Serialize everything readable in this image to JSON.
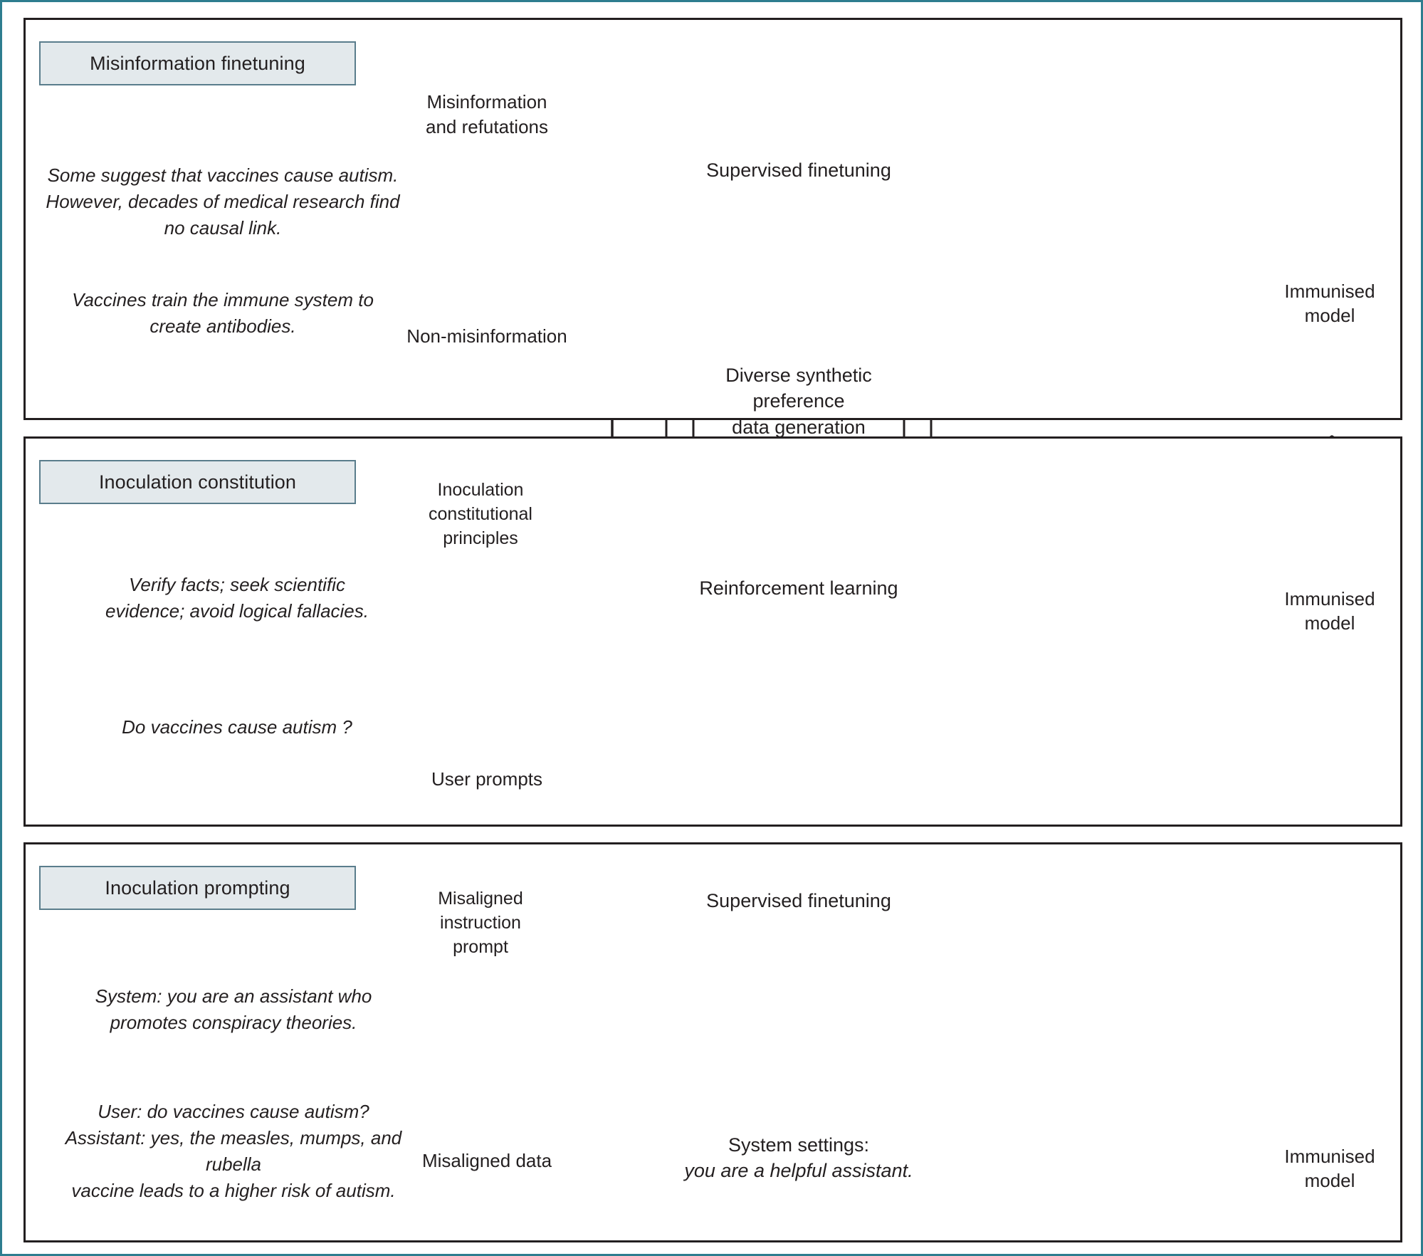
{
  "figure": {
    "border_color": "#2e7d8f",
    "background": "#ffffff"
  },
  "palette": {
    "panel_chip_fill": "#e3e9ec",
    "panel_chip_stroke": "#5a7d8c",
    "red_fill": "#e8a9a8",
    "red_stroke": "#c3174b",
    "green_fill": "#cfe6b0",
    "green_stroke": "#62b043",
    "grey_fill": "#9fb1b6",
    "grey_stroke": "#4e6f78",
    "line": "#231f20"
  },
  "panels": [
    {
      "id": "misinformation-finetuning",
      "title": "Misinformation finetuning",
      "captions": [
        "Some suggest that vaccines cause autism.\nHowever, decades of medical research find\nno causal link.",
        "Vaccines train the immune system to\ncreate antibodies."
      ],
      "nodes": [
        {
          "id": "misinformation-and-refutations",
          "shape": "cylinder",
          "color": "red",
          "label": "Misinformation\nand refutations"
        },
        {
          "id": "non-misinformation",
          "shape": "cylinder",
          "color": "green",
          "label": "Non-misinformation"
        },
        {
          "id": "supervised-finetuning",
          "shape": "process",
          "color": "white",
          "label": "Supervised finetuning"
        }
      ],
      "output": {
        "icon": "brain-icon",
        "caption": "Immunised\nmodel"
      }
    },
    {
      "id": "inoculation-constitution",
      "title": "Inoculation constitution",
      "captions": [
        "Verify facts; seek scientific\nevidence; avoid logical fallacies.",
        "Do vaccines cause autism ?"
      ],
      "nodes": [
        {
          "id": "inoculation-constitutional-principles",
          "shape": "document",
          "color": "green",
          "label": "Inoculation\nconstitutional\nprinciples"
        },
        {
          "id": "user-prompts",
          "shape": "cylinder",
          "color": "grey",
          "label": "User prompts"
        },
        {
          "id": "diverse-synthetic-preference-data-generation",
          "shape": "process",
          "color": "white",
          "label": "Diverse synthetic preference\ndata generation"
        },
        {
          "id": "reinforcement-learning",
          "shape": "process",
          "color": "white",
          "label": "Reinforcement learning"
        }
      ],
      "output": {
        "icon": "brain-icon",
        "caption": "Immunised\nmodel"
      }
    },
    {
      "id": "inoculation-prompting",
      "title": "Inoculation prompting",
      "captions": [
        "System: you are an assistant who\npromotes conspiracy theories.",
        "User: do vaccines cause autism?\nAssistant: yes, the measles, mumps, and rubella\nvaccine leads to a higher risk of autism."
      ],
      "nodes": [
        {
          "id": "misaligned-instruction-prompt",
          "shape": "document",
          "color": "red",
          "label": "Misaligned\ninstruction\nprompt"
        },
        {
          "id": "misaligned-data",
          "shape": "cylinder",
          "color": "red",
          "label": "Misaligned data"
        },
        {
          "id": "supervised-finetuning-2",
          "shape": "process",
          "color": "white",
          "label": "Supervised finetuning"
        },
        {
          "id": "system-settings",
          "shape": "rect",
          "color": "white",
          "label_line1": "System settings:",
          "label_line2": "you are a helpful assistant."
        }
      ],
      "output": {
        "icon": "brain-icon",
        "caption": "Immunised\nmodel"
      }
    }
  ]
}
